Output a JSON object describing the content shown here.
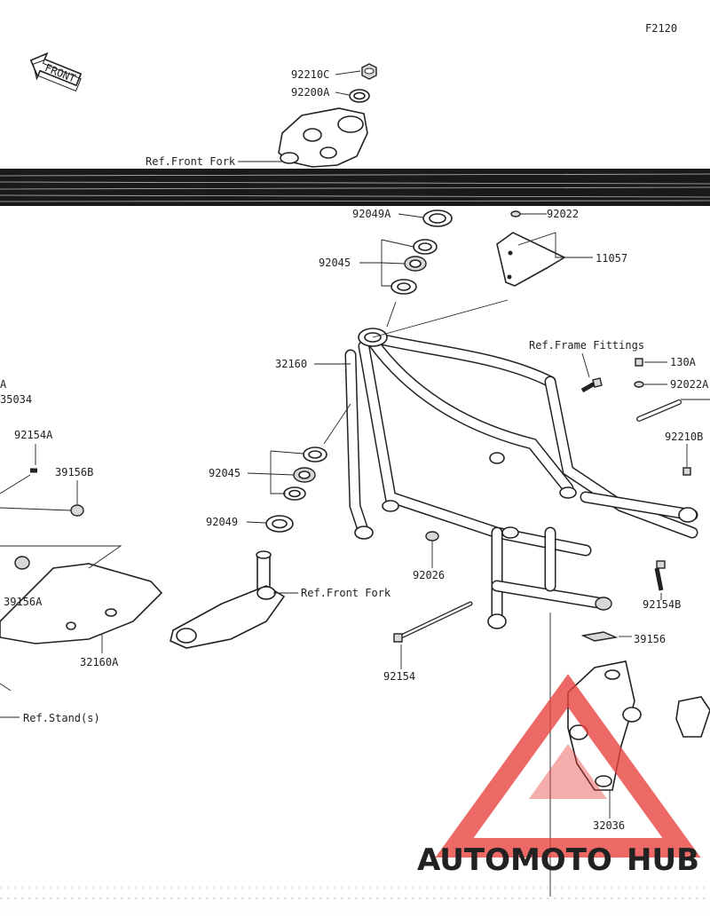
{
  "diagram": {
    "code": "F2120",
    "front_badge": "FRONT"
  },
  "callouts": [
    {
      "id": "92210C",
      "text": "92210C"
    },
    {
      "id": "92200A",
      "text": "92200A"
    },
    {
      "id": "ref_front_fork_top",
      "text": "Ref.Front Fork"
    },
    {
      "id": "92049A",
      "text": "92049A"
    },
    {
      "id": "92022",
      "text": "92022"
    },
    {
      "id": "92045_top",
      "text": "92045"
    },
    {
      "id": "11057",
      "text": "11057"
    },
    {
      "id": "ref_frame_fittings",
      "text": "Ref.Frame Fittings"
    },
    {
      "id": "130A",
      "text": "130A"
    },
    {
      "id": "92022A",
      "text": "92022A"
    },
    {
      "id": "32160",
      "text": "32160"
    },
    {
      "id": "A_frag",
      "text": "A"
    },
    {
      "id": "35034_frag",
      "text": "35034"
    },
    {
      "id": "92154A",
      "text": "92154A"
    },
    {
      "id": "39156B",
      "text": "39156B"
    },
    {
      "id": "92210B",
      "text": "92210B"
    },
    {
      "id": "92045_mid",
      "text": "92045"
    },
    {
      "id": "92049",
      "text": "92049"
    },
    {
      "id": "92026",
      "text": "92026"
    },
    {
      "id": "ref_front_fork_mid",
      "text": "Ref.Front Fork"
    },
    {
      "id": "39156A",
      "text": "39156A"
    },
    {
      "id": "92154B",
      "text": "92154B"
    },
    {
      "id": "39156",
      "text": "39156"
    },
    {
      "id": "32160A",
      "text": "32160A"
    },
    {
      "id": "92154",
      "text": "92154"
    },
    {
      "id": "ref_stands",
      "text": "Ref.Stand(s)"
    },
    {
      "id": "32036",
      "text": "32036"
    }
  ],
  "watermark": {
    "part1": "AUTOMOTO",
    "part2": "HUB",
    "color_orange": "#f5a623",
    "color_dark": "#2b2b2b",
    "color_triangle": "#e8403a"
  }
}
